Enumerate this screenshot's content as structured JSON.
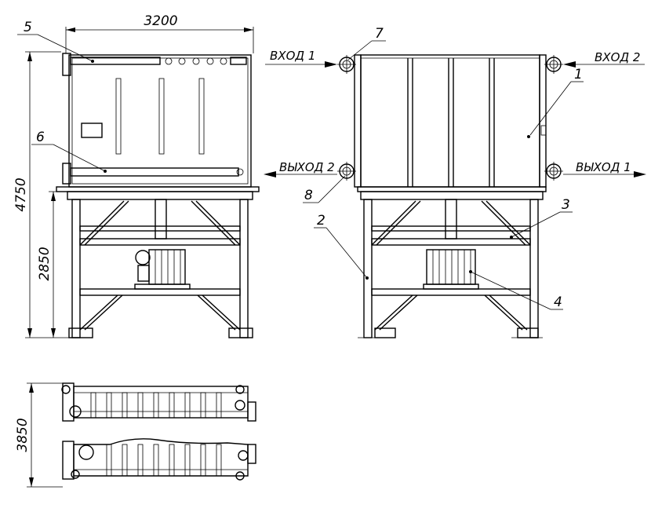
{
  "dimensions": {
    "width": "3200",
    "height_total": "4750",
    "height_frame": "2850",
    "depth": "3850"
  },
  "connections": {
    "inlet_1": "ВХОД 1",
    "inlet_2": "ВХОД 2",
    "outlet_1": "ВЫХОД 1",
    "outlet_2": "ВЫХОД 2"
  },
  "callouts": [
    "1",
    "2",
    "3",
    "4",
    "5",
    "6",
    "7",
    "8"
  ]
}
